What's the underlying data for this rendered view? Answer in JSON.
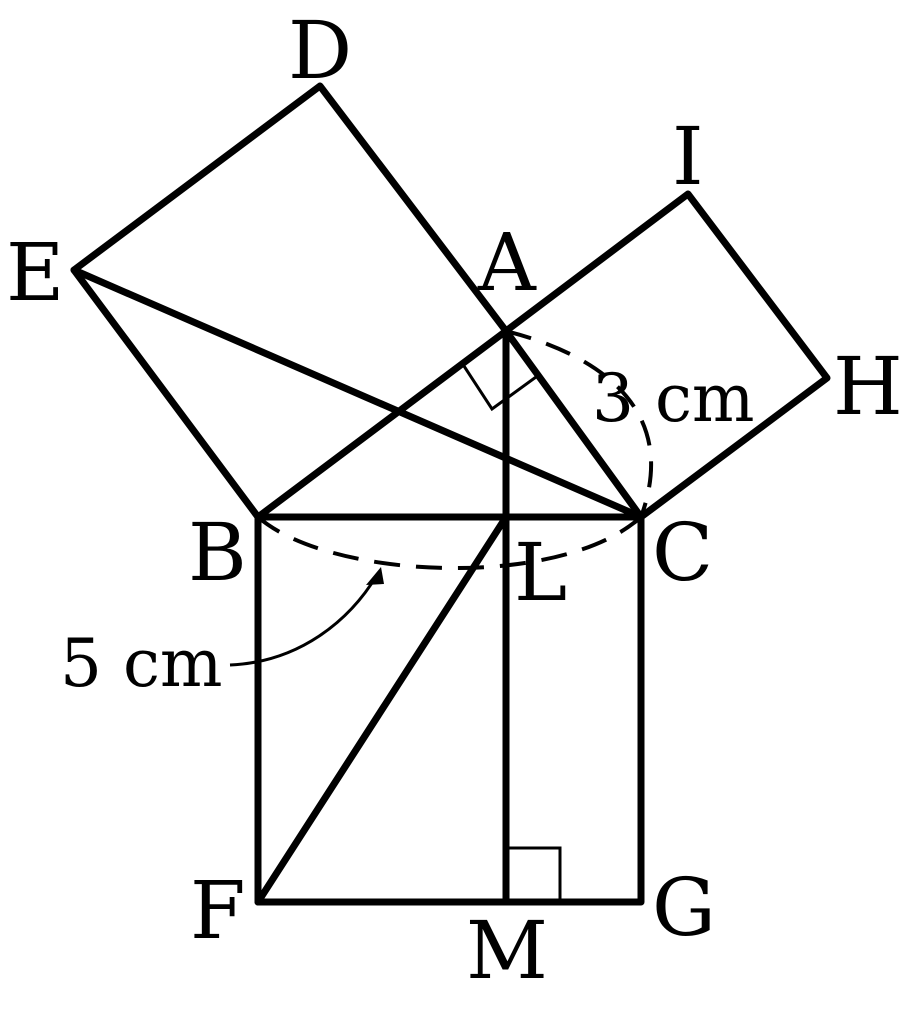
{
  "points": [
    "A",
    "B",
    "C",
    "D",
    "E",
    "F",
    "G",
    "H",
    "I",
    "L",
    "M"
  ],
  "lengths": {
    "ac": "3 cm",
    "bc": "5 cm"
  },
  "colors": {
    "stroke": "#000000",
    "background": "#ffffff"
  },
  "labels": {
    "A": "A",
    "B": "B",
    "C": "C",
    "D": "D",
    "E": "E",
    "F": "F",
    "G": "G",
    "H": "H",
    "I": "I",
    "L": "L",
    "M": "M"
  }
}
